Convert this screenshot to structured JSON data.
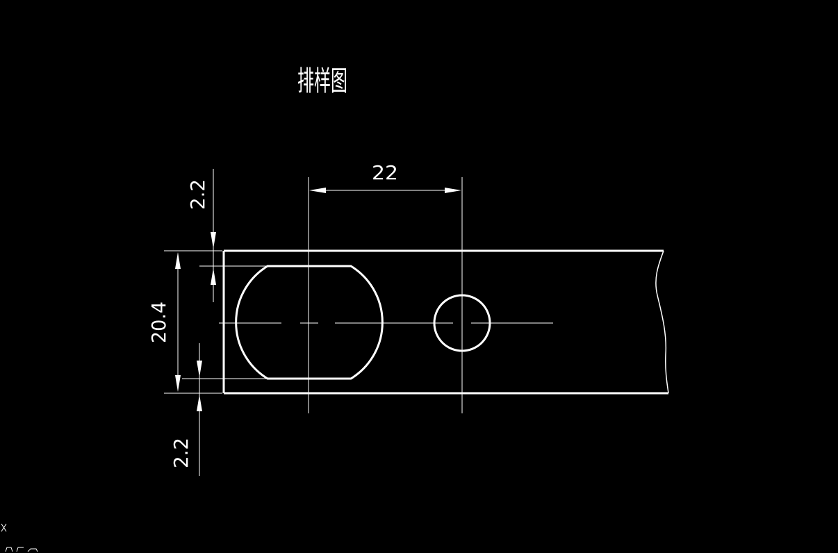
{
  "drawing": {
    "title": "排样图",
    "dimensions": {
      "pitch": "22",
      "top_margin": "2.2",
      "strip_width": "20.4",
      "bottom_margin": "2.2"
    },
    "colors": {
      "background": "#000000",
      "geometry": "#ffffff"
    }
  }
}
